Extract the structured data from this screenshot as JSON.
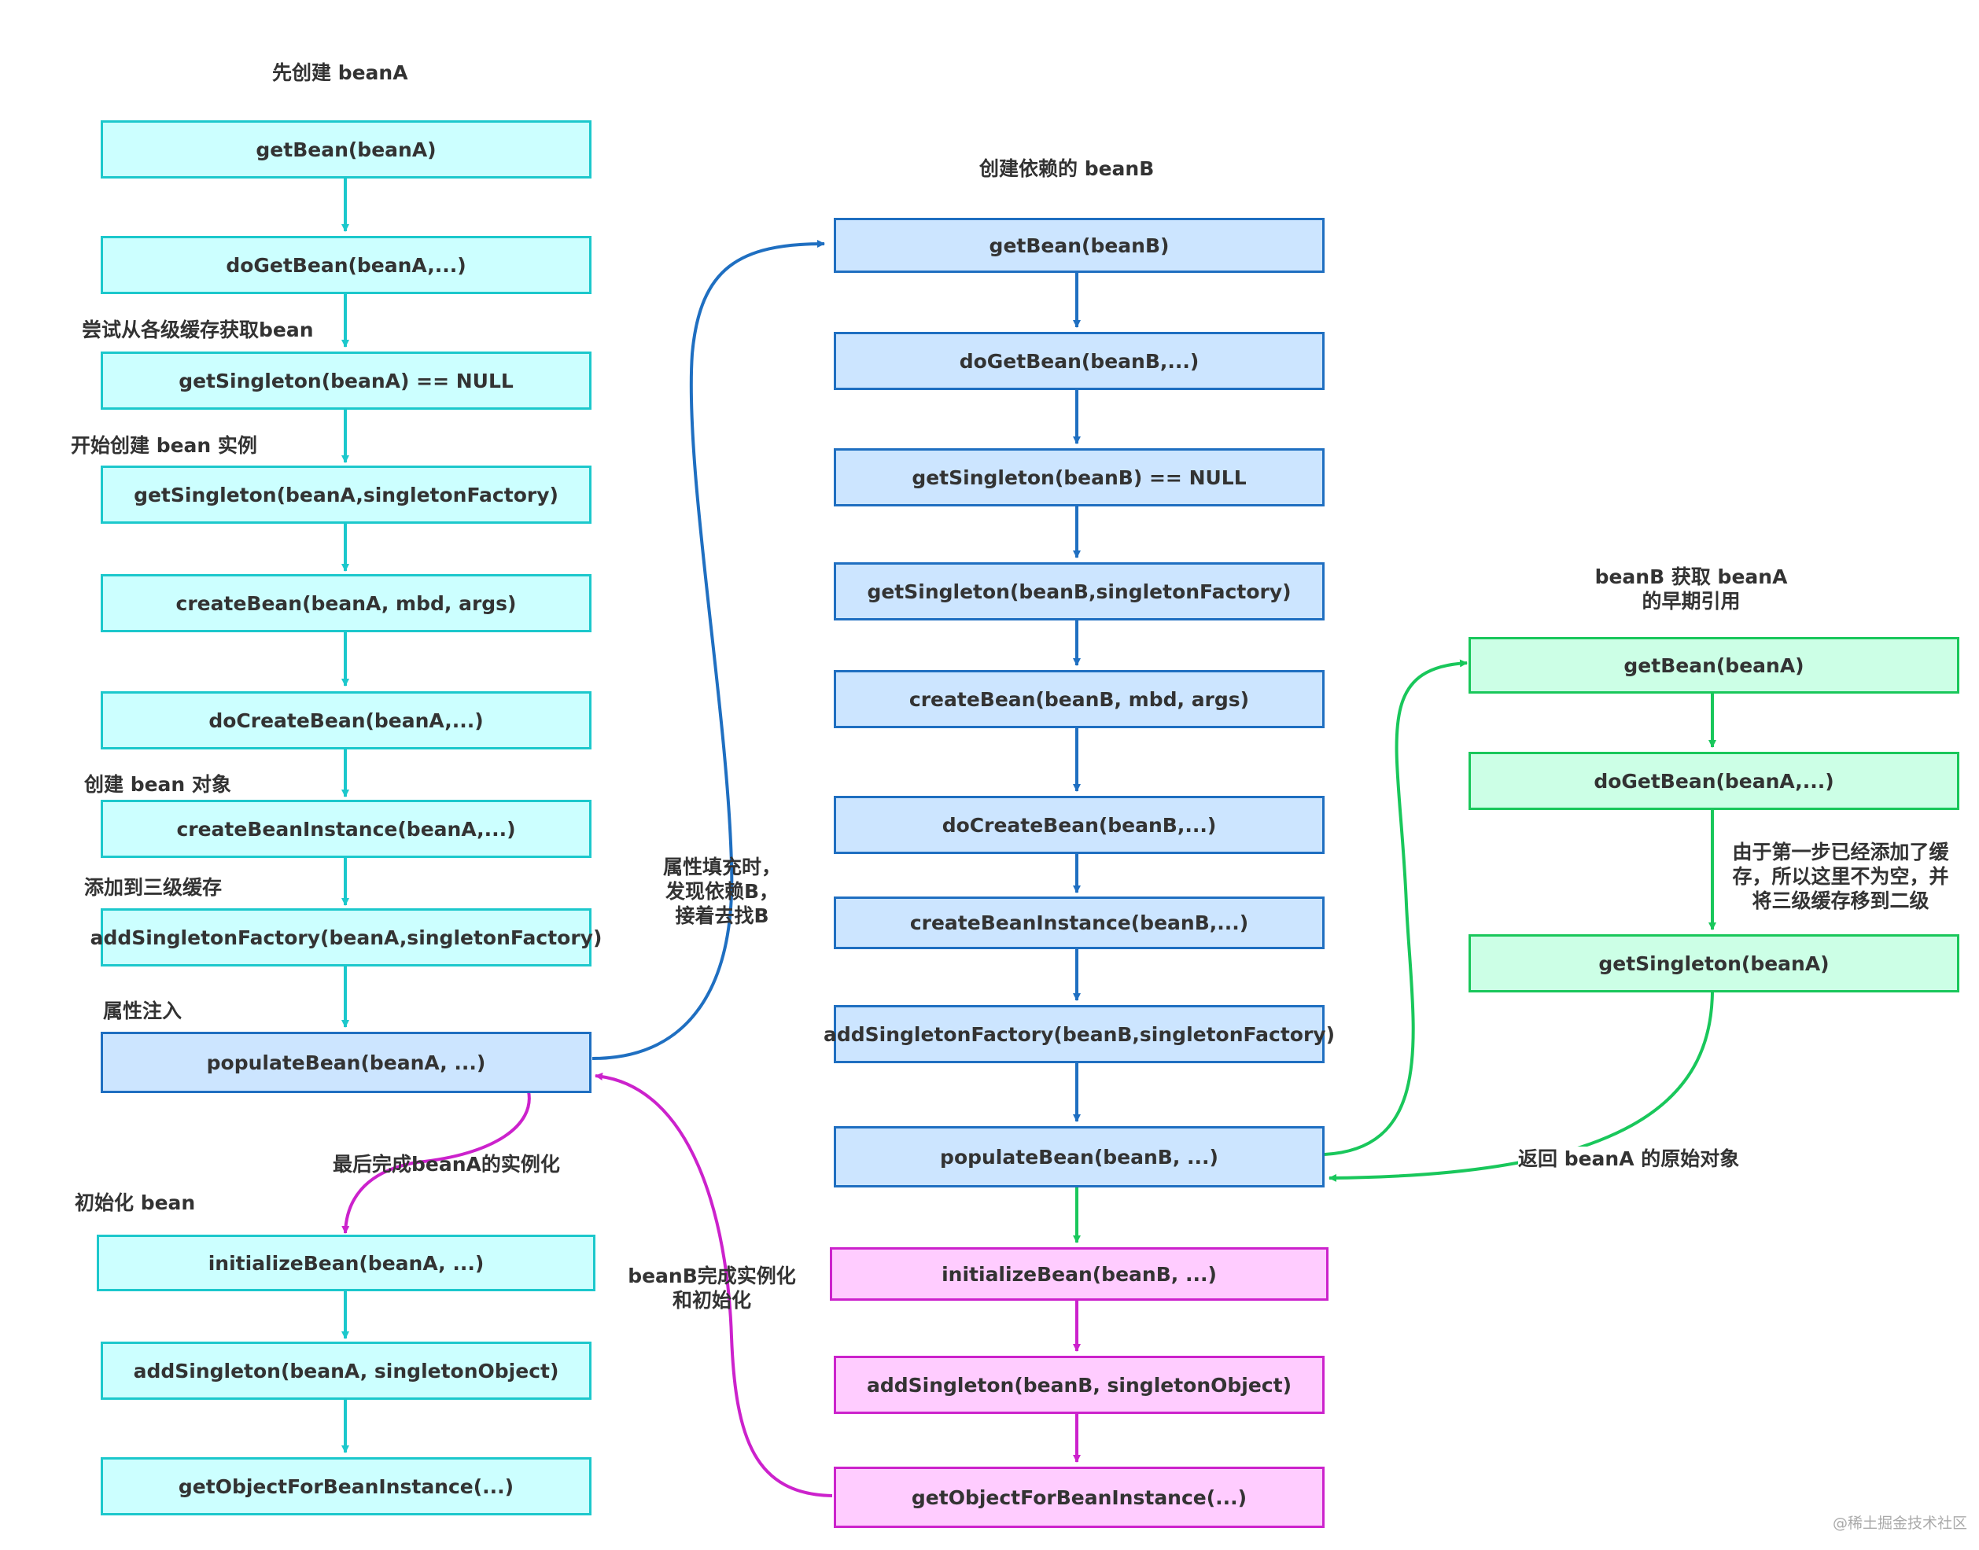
{
  "headings": {
    "create_beanA": "先创建 beanA",
    "create_dep_beanB": "创建依赖的 beanB",
    "beanB_gets_beanA_1": "beanB 获取 beanA",
    "beanB_gets_beanA_2": "的早期引用"
  },
  "column_a": {
    "get_bean": "getBean(beanA)",
    "do_get_bean": "doGetBean(beanA,...)",
    "get_singleton_null": "getSingleton(beanA) == NULL",
    "get_singleton_factory": "getSingleton(beanA,singletonFactory)",
    "create_bean": "createBean(beanA, mbd, args)",
    "do_create_bean": "doCreateBean(beanA,...)",
    "create_bean_instance": "createBeanInstance(beanA,...)",
    "add_singleton_factory": "addSingletonFactory(beanA,singletonFactory)",
    "populate_bean": "populateBean(beanA, ...)",
    "initialize_bean": "initializeBean(beanA, ...)",
    "add_singleton": "addSingleton(beanA, singletonObject)",
    "get_object_for_bean_instance": "getObjectForBeanInstance(...)"
  },
  "column_b": {
    "get_bean": "getBean(beanB)",
    "do_get_bean": "doGetBean(beanB,...)",
    "get_singleton_null": "getSingleton(beanB) == NULL",
    "get_singleton_factory": "getSingleton(beanB,singletonFactory)",
    "create_bean": "createBean(beanB, mbd, args)",
    "do_create_bean": "doCreateBean(beanB,...)",
    "create_bean_instance": "createBeanInstance(beanB,...)",
    "add_singleton_factory": "addSingletonFactory(beanB,singletonFactory)",
    "populate_bean": "populateBean(beanB, ...)",
    "initialize_bean": "initializeBean(beanB, ...)",
    "add_singleton": "addSingleton(beanB, singletonObject)",
    "get_object_for_bean_instance": "getObjectForBeanInstance(...)"
  },
  "column_c": {
    "get_bean": "getBean(beanA)",
    "do_get_bean": "doGetBean(beanA,...)",
    "get_singleton": "getSingleton(beanA)"
  },
  "step_labels": {
    "try_caches": "尝试从各级缓存获取bean",
    "start_create_instance": "开始创建 bean 实例",
    "create_bean_object": "创建 bean 对象",
    "add_to_third_cache": "添加到三级缓存",
    "property_injection": "属性注入",
    "finish_beanA_instantiation": "最后完成beanA的实例化",
    "initialize_bean": "初始化 bean"
  },
  "edge_labels": {
    "populate_found_dep": [
      "属性填充时，",
      "发现依赖B，",
      "接着去找B"
    ],
    "beanB_done": [
      "beanB完成实例化",
      "和初始化"
    ],
    "cache_note": [
      "由于第一步已经添加了缓",
      "存，所以这里不为空，并",
      "将三级缓存移到二级"
    ],
    "return_raw_beanA": "返回 beanA 的原始对象"
  },
  "watermark": "@稀土掘金技术社区",
  "colors": {
    "cyan_fill": "#ccffff",
    "cyan_stroke": "#1cc8cc",
    "blue_fill": "#cce5ff",
    "blue_stroke": "#1f6fc1",
    "green_fill": "#ccffe6",
    "green_stroke": "#19c75b",
    "magenta_fill": "#ffccff",
    "magenta_stroke": "#cc22cc"
  }
}
